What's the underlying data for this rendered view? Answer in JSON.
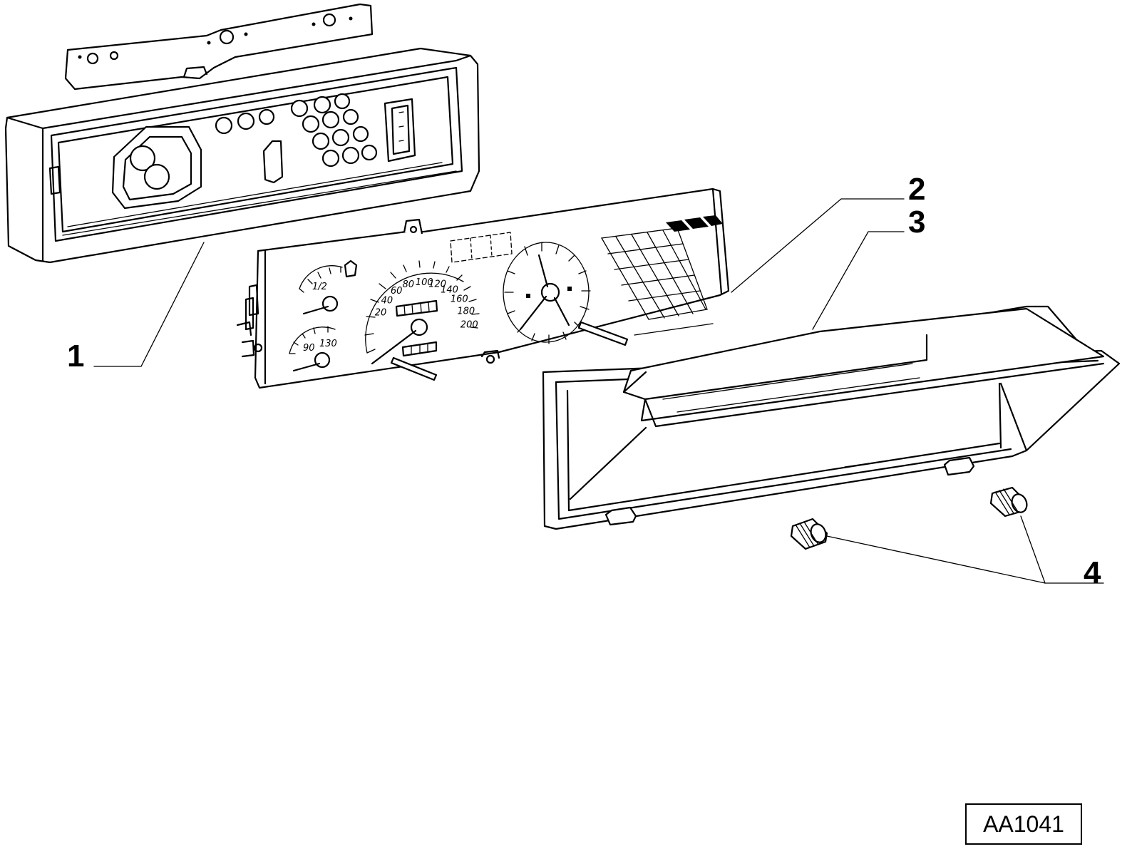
{
  "callouts": {
    "part_1": "1",
    "part_2": "2",
    "part_3": "3",
    "part_4": "4"
  },
  "drawing_code": "AA1041",
  "gauge_labels": {
    "speedo": [
      "20",
      "40",
      "60",
      "80",
      "100",
      "120",
      "140",
      "160",
      "180",
      "200"
    ],
    "fuel": "1/2",
    "temp": [
      "90",
      "130"
    ]
  }
}
